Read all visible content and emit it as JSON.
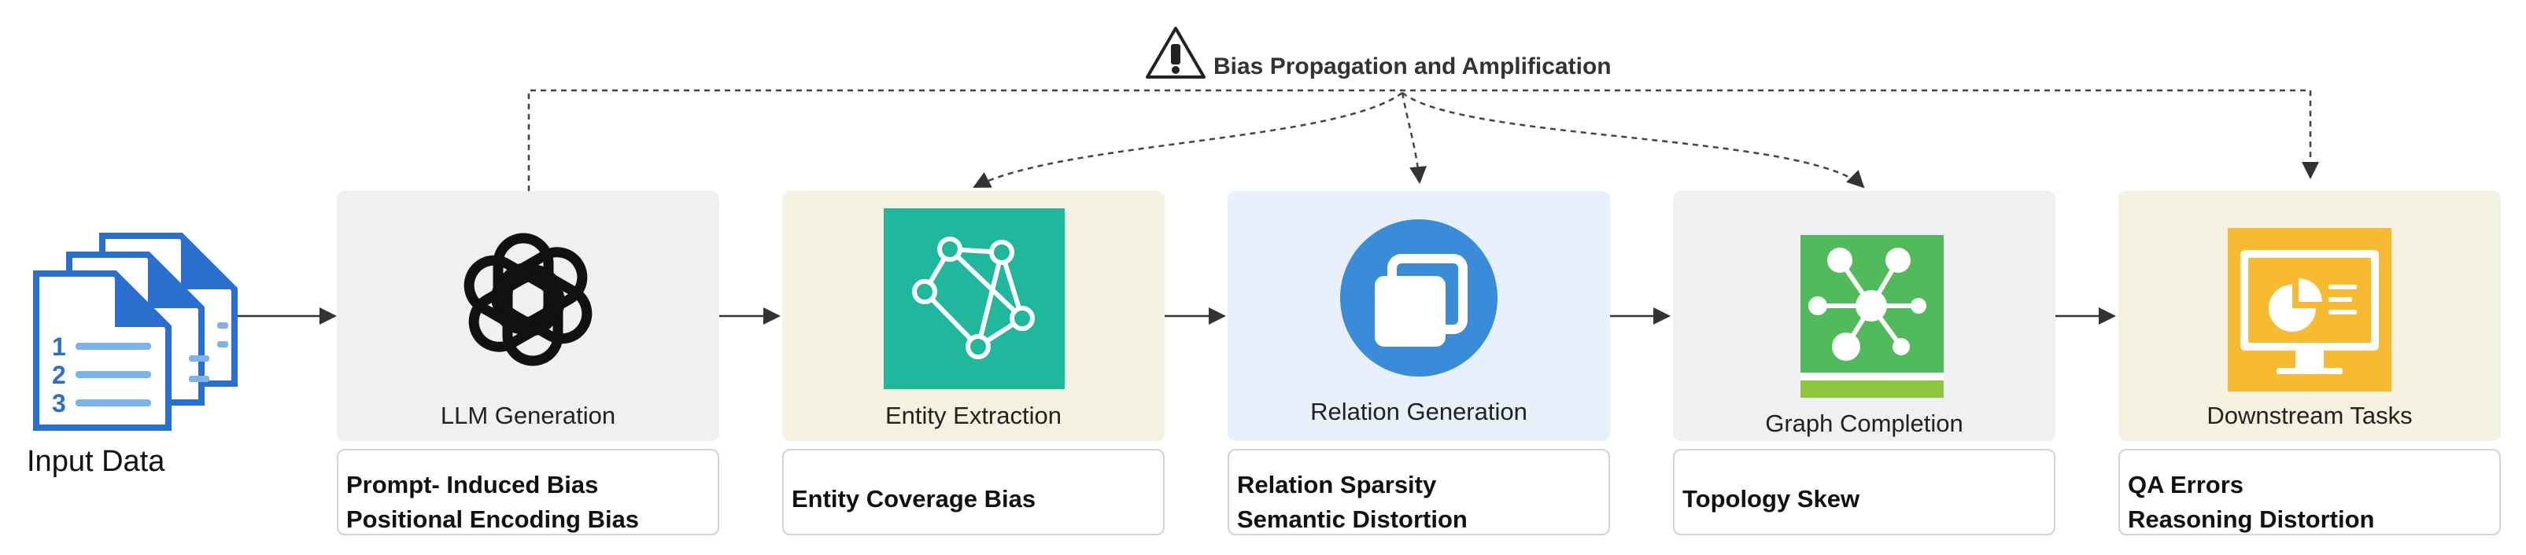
{
  "header": {
    "title": "Bias Propagation and Amplification",
    "icon": "warning-triangle-icon"
  },
  "input": {
    "label": "Input Data",
    "icon": "documents-icon"
  },
  "stages": [
    {
      "label": "LLM Generation",
      "icon": "openai-logo-icon",
      "color": "#eff0f2",
      "bias": [
        "Prompt- Induced Bias",
        "Positional Encoding Bias"
      ]
    },
    {
      "label": "Entity Extraction",
      "icon": "entity-graph-icon",
      "color": "#f4f2e1",
      "bias": [
        "Entity Coverage Bias"
      ]
    },
    {
      "label": "Relation Generation",
      "icon": "relation-copy-icon",
      "color": "#e8f0fc",
      "bias": [
        "Relation Sparsity",
        "Semantic Distortion"
      ]
    },
    {
      "label": "Graph Completion",
      "icon": "network-node-icon",
      "color": "#eff0f2",
      "bias": [
        "Topology Skew"
      ]
    },
    {
      "label": "Downstream Tasks",
      "icon": "presentation-chart-icon",
      "color": "#f4f2e1",
      "bias": [
        "QA Errors",
        "Reasoning Distortion"
      ]
    }
  ],
  "colors": {
    "teal": "#20b89c",
    "blue": "#3b8cd8",
    "green": "#51bb5b",
    "orange": "#f7ba30",
    "doc_blue": "#2a6fce"
  }
}
